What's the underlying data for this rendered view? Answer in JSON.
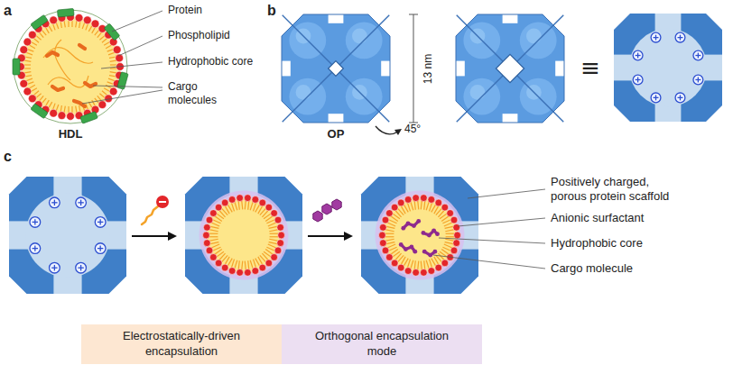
{
  "diagram": {
    "nodes": [
      {
        "text": [
          "Electrostatically-driven encapsulation"
        ]
      },
      {
        "text": [
          "Orthogonal encapsulation mode"
        ]
      }
    ],
    "labels": [
      "a",
      "Protein",
      "Phospholipid",
      "Hydrophobic core",
      "Cargo molecules",
      "HDL",
      "b",
      "13 nm",
      "OP",
      "45°",
      "≡",
      "c",
      "Positively charged, porous protein scaffold",
      "Anionic surfactant",
      "Hydrophobic core",
      "Cargo molecule"
    ]
  }
}
